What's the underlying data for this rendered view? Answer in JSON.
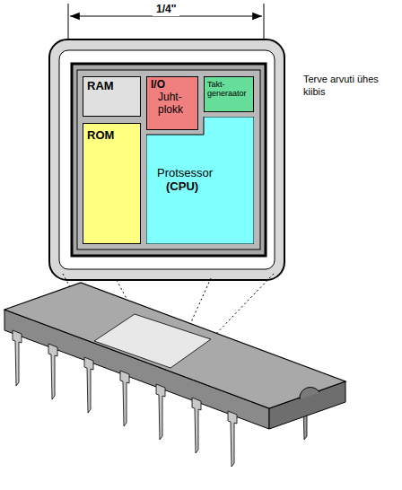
{
  "diagram": {
    "nodes": [
      {
        "text": [
          "RAM"
        ]
      },
      {
        "text": [
          "I/O",
          "Juht- plokk"
        ]
      },
      {
        "text": [
          "Takt- generaator"
        ]
      },
      {
        "text": [
          "ROM"
        ]
      },
      {
        "text": [
          "Protsessor",
          "(CPU)"
        ]
      }
    ],
    "labels": [
      "1/4''",
      "Terve arvuti ühes kiibis"
    ]
  }
}
